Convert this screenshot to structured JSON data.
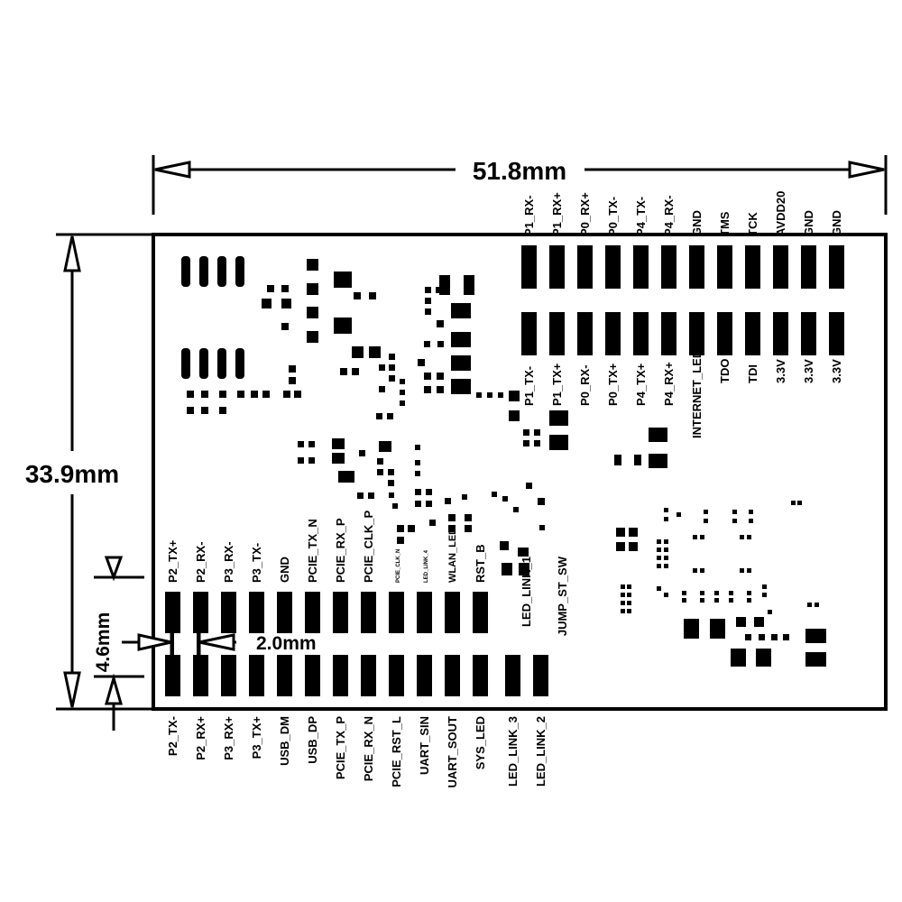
{
  "dimensions": {
    "width": "51.8mm",
    "height": "33.9mm",
    "pad_length": "4.6mm",
    "pitch": "2.0mm"
  },
  "top_pads_labels_above": [
    "P1_RX-",
    "P1_RX+",
    "P0_RX+",
    "P0_TX-",
    "P4_TX-",
    "P4_RX-",
    "GND",
    "TMS",
    "TCK",
    "AVDD20",
    "GND",
    "GND"
  ],
  "top_pads_labels_below": [
    "P1_TX-",
    "P1_TX+",
    "P0_RX-",
    "P0_TX+",
    "P4_TX+",
    "P4_RX+",
    "INTERNET_LED",
    "TDO",
    "TDI",
    "3.3V",
    "3.3V",
    "3.3V"
  ],
  "bottom_pads_labels_above": [
    "P2_TX+",
    "P2_RX-",
    "P3_RX-",
    "P3_TX-",
    "GND",
    "PCIE_TX_N",
    "PCIE_RX_P",
    "PCIE_CLK_P",
    "PCIE_CLK_N",
    "LED_LINK_4",
    "WLAN_LED",
    "RST_B"
  ],
  "bottom_pads_labels_below": [
    "P2_TX-",
    "P2_RX+",
    "P3_RX+",
    "P3_TX+",
    "USB_DM",
    "USB_DP",
    "PCIE_TX_P",
    "PCIE_RX_N",
    "PCIE_RST_L",
    "UART_SIN",
    "UART_SOUT",
    "SYS_LED",
    "LED_LINK_3",
    "LED_LINK_2"
  ],
  "bottom_pads_labels_middle": [
    "LED_LINK_1",
    "JUMP_ST_SW"
  ]
}
